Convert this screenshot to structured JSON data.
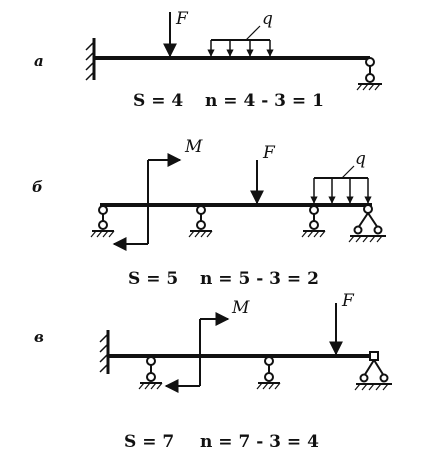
{
  "panels": [
    {
      "id": "a",
      "label": "а",
      "loads": {
        "F": "F",
        "q": "q"
      },
      "formula": {
        "S": "S = 4",
        "n": "n = 4 - 3 = 1"
      }
    },
    {
      "id": "b",
      "label": "б",
      "loads": {
        "M": "M",
        "F": "F",
        "q": "q"
      },
      "formula": {
        "S": "S = 5",
        "n": "n = 5 - 3 = 2"
      }
    },
    {
      "id": "v",
      "label": "в",
      "loads": {
        "M": "M",
        "F": "F"
      },
      "formula": {
        "S": "S = 7",
        "n": "n = 7 - 3 = 4"
      }
    }
  ]
}
